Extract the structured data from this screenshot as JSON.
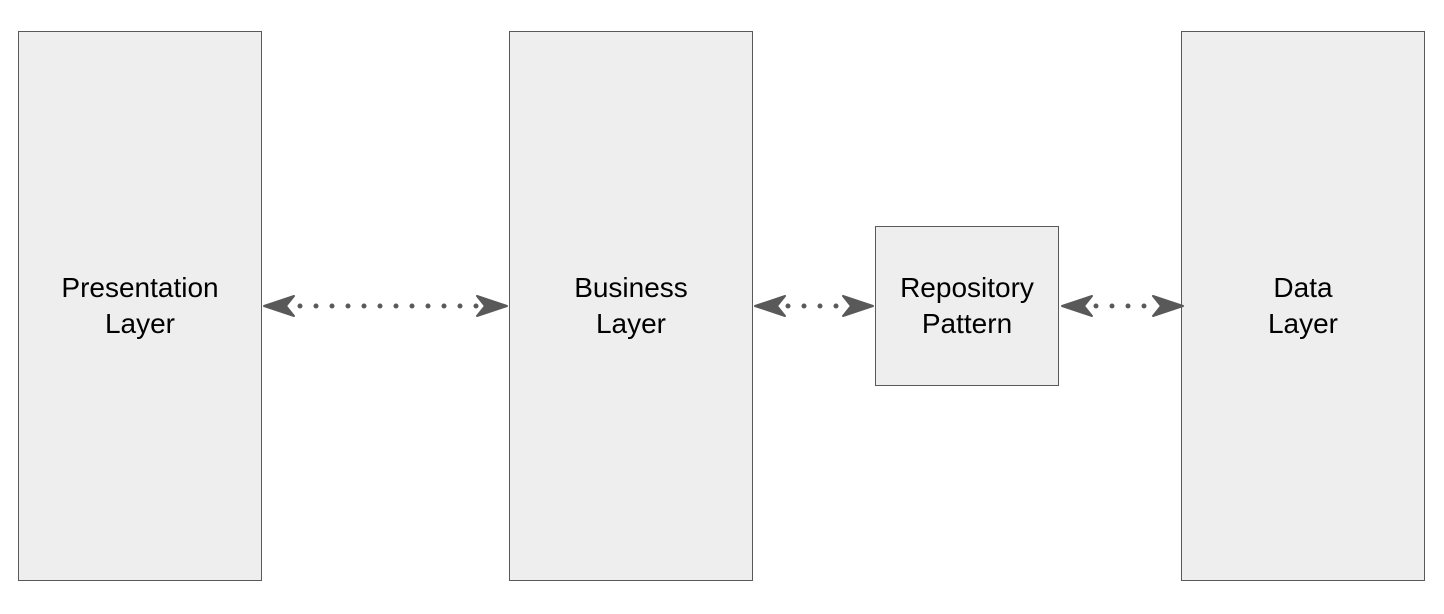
{
  "diagram": {
    "boxes": {
      "presentation": {
        "label": "Presentation\nLayer"
      },
      "business": {
        "label": "Business\nLayer"
      },
      "repository": {
        "label": "Repository\nPattern"
      },
      "data": {
        "label": "Data\nLayer"
      }
    },
    "connectors": [
      {
        "from": "presentation",
        "to": "business",
        "style": "dotted",
        "direction": "bidirectional"
      },
      {
        "from": "business",
        "to": "repository",
        "style": "dotted",
        "direction": "bidirectional"
      },
      {
        "from": "repository",
        "to": "data",
        "style": "dotted",
        "direction": "bidirectional"
      }
    ],
    "colors": {
      "box_fill": "#eeeeee",
      "box_border": "#595959",
      "connector": "#595959",
      "text": "#000000"
    }
  }
}
